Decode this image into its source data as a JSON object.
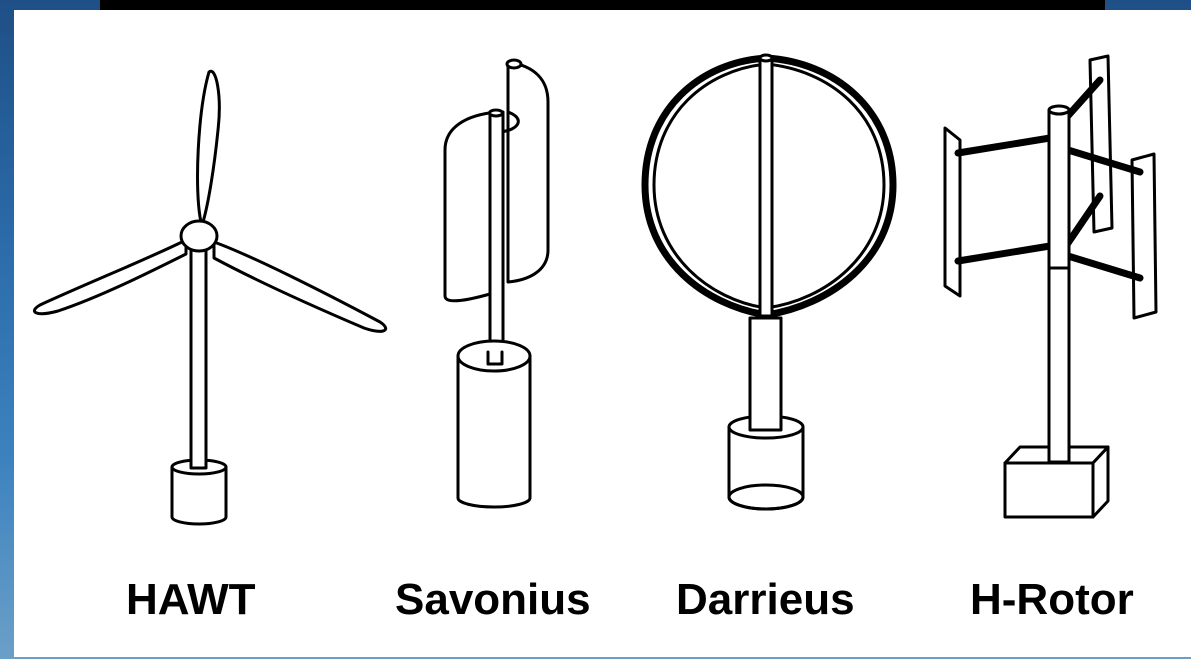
{
  "turbines": [
    {
      "id": "hawt",
      "label": "HAWT"
    },
    {
      "id": "savonius",
      "label": "Savonius"
    },
    {
      "id": "darrieus",
      "label": "Darrieus"
    },
    {
      "id": "h-rotor",
      "label": "H-Rotor"
    }
  ],
  "colors": {
    "background_panel": "#ffffff",
    "line": "#000000",
    "frame_blue": "#2a6aa8"
  }
}
